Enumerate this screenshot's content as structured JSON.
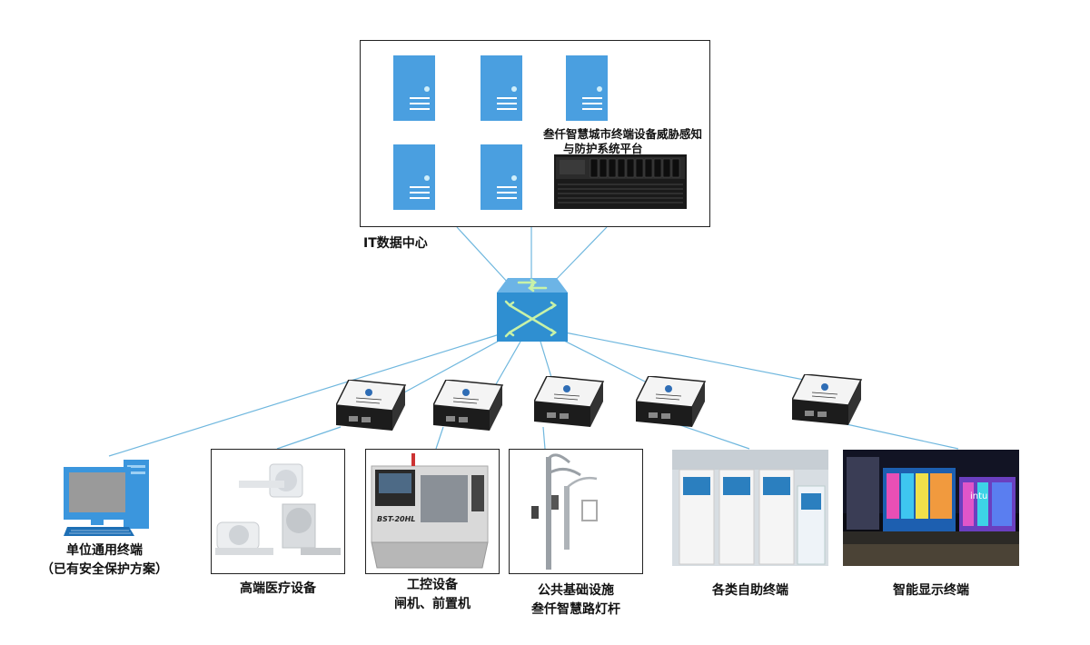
{
  "datacenter": {
    "label": "IT数据中心"
  },
  "platform": {
    "line1": "叁仟智慧城市终端设备威胁感知",
    "line2": "与防护系统平台"
  },
  "terminals": [
    {
      "line1": "单位通用终端",
      "line2": "（已有安全保护方案）"
    },
    {
      "line1": "高端医疗设备"
    },
    {
      "line1": "工控设备",
      "line2": "闸机、前置机"
    },
    {
      "line1": "公共基础设施",
      "line2": "叁仟智慧路灯杆"
    },
    {
      "line1": "各类自助终端"
    },
    {
      "line1": "智能显示终端"
    }
  ],
  "machine_label": "BST-20HL",
  "building_sign": "intu",
  "colors": {
    "server": "#4a9fe0",
    "switch": "#2f8fd1",
    "line": "#6fb7de"
  },
  "icons": [
    "server-icon",
    "rack-server-icon",
    "network-switch-icon",
    "protection-box-icon",
    "desktop-computer-icon"
  ]
}
